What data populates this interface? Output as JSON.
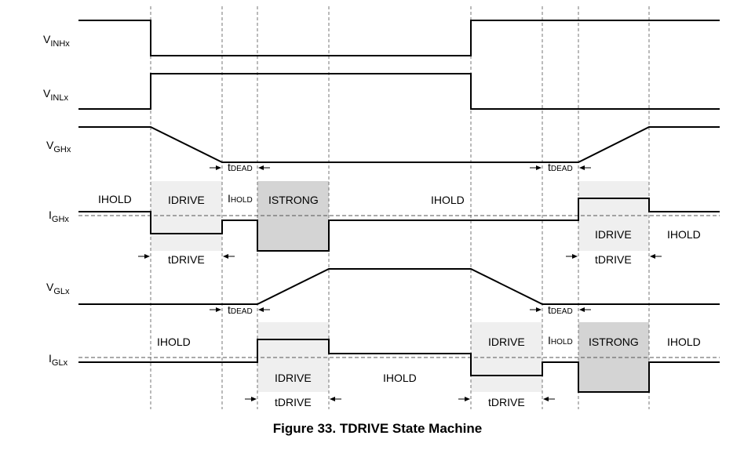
{
  "signals": [
    {
      "key": "vinh",
      "main": "V",
      "sub": "INHx"
    },
    {
      "key": "vinl",
      "main": "V",
      "sub": "INLx"
    },
    {
      "key": "vgh",
      "main": "V",
      "sub": "GHx"
    },
    {
      "key": "igh",
      "main": "I",
      "sub": "GHx"
    },
    {
      "key": "vgl",
      "main": "V",
      "sub": "GLx"
    },
    {
      "key": "igl",
      "main": "I",
      "sub": "GLx"
    }
  ],
  "labels": {
    "hold": {
      "main": "I",
      "sub": "HOLD"
    },
    "drive": {
      "main": "I",
      "sub": "DRIVE"
    },
    "strong": {
      "main": "I",
      "sub": "STRONG"
    },
    "t_drive": {
      "main": "t",
      "sub": "DRIVE"
    },
    "t_dead": {
      "main": "t",
      "sub": "DEAD"
    }
  },
  "caption": "Figure 33.  TDRIVE State Machine",
  "colors": {
    "drive_fill": "#efefef",
    "strong_fill": "#d4d4d4",
    "line": "#000000",
    "dash": "#555555"
  }
}
